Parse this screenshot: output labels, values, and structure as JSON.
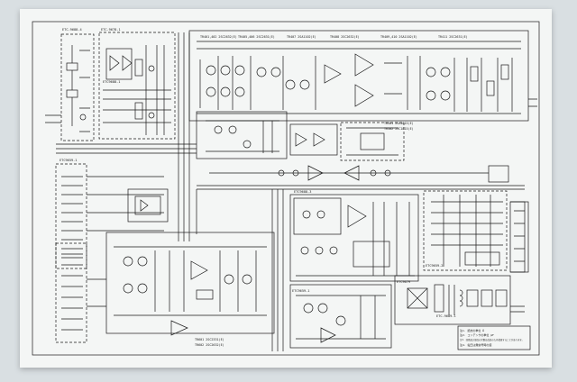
{
  "board_labels": {
    "b1": "ETC-9688-4",
    "b2": "ETC-9678-1",
    "b3": "ETC9688-1",
    "b4": "ETC9659-1",
    "b5": "ETC9688-3",
    "b6": "ETC9659-1",
    "b7": "ETC9679",
    "b8": "ETC-9689-1",
    "b9": "ETC9659-2"
  },
  "transistor_notes": {
    "n1": "TR401,402 2SC2632(E)",
    "n2": "TR405,406 2SC2631(E)",
    "n3": "TR407 2SA1102(E)",
    "n4": "TR408 2SC2632(E)",
    "n5": "TR409,410 2SA1102(E)",
    "n6": "TR411 2SC2631(E)",
    "n7": "TR501 2SA1015(E)",
    "n8": "TR502 2SC1815(E)",
    "n9": "TR601 2SC2331(E)",
    "n10": "TR602 2SC2632(E)"
  },
  "footnote": {
    "line1": "注1. 抵抗の単位 Ω",
    "line2": "注2. コンデンサの単位 μF",
    "line3": "注3. 回路及び部品の定数は改良のため変更することがあります。",
    "line4": "注4. 電圧は無信号時の値"
  },
  "colors": {
    "background": "#d9dfe2",
    "paper": "#f4f6f5",
    "ink": "#1a1a1a"
  }
}
